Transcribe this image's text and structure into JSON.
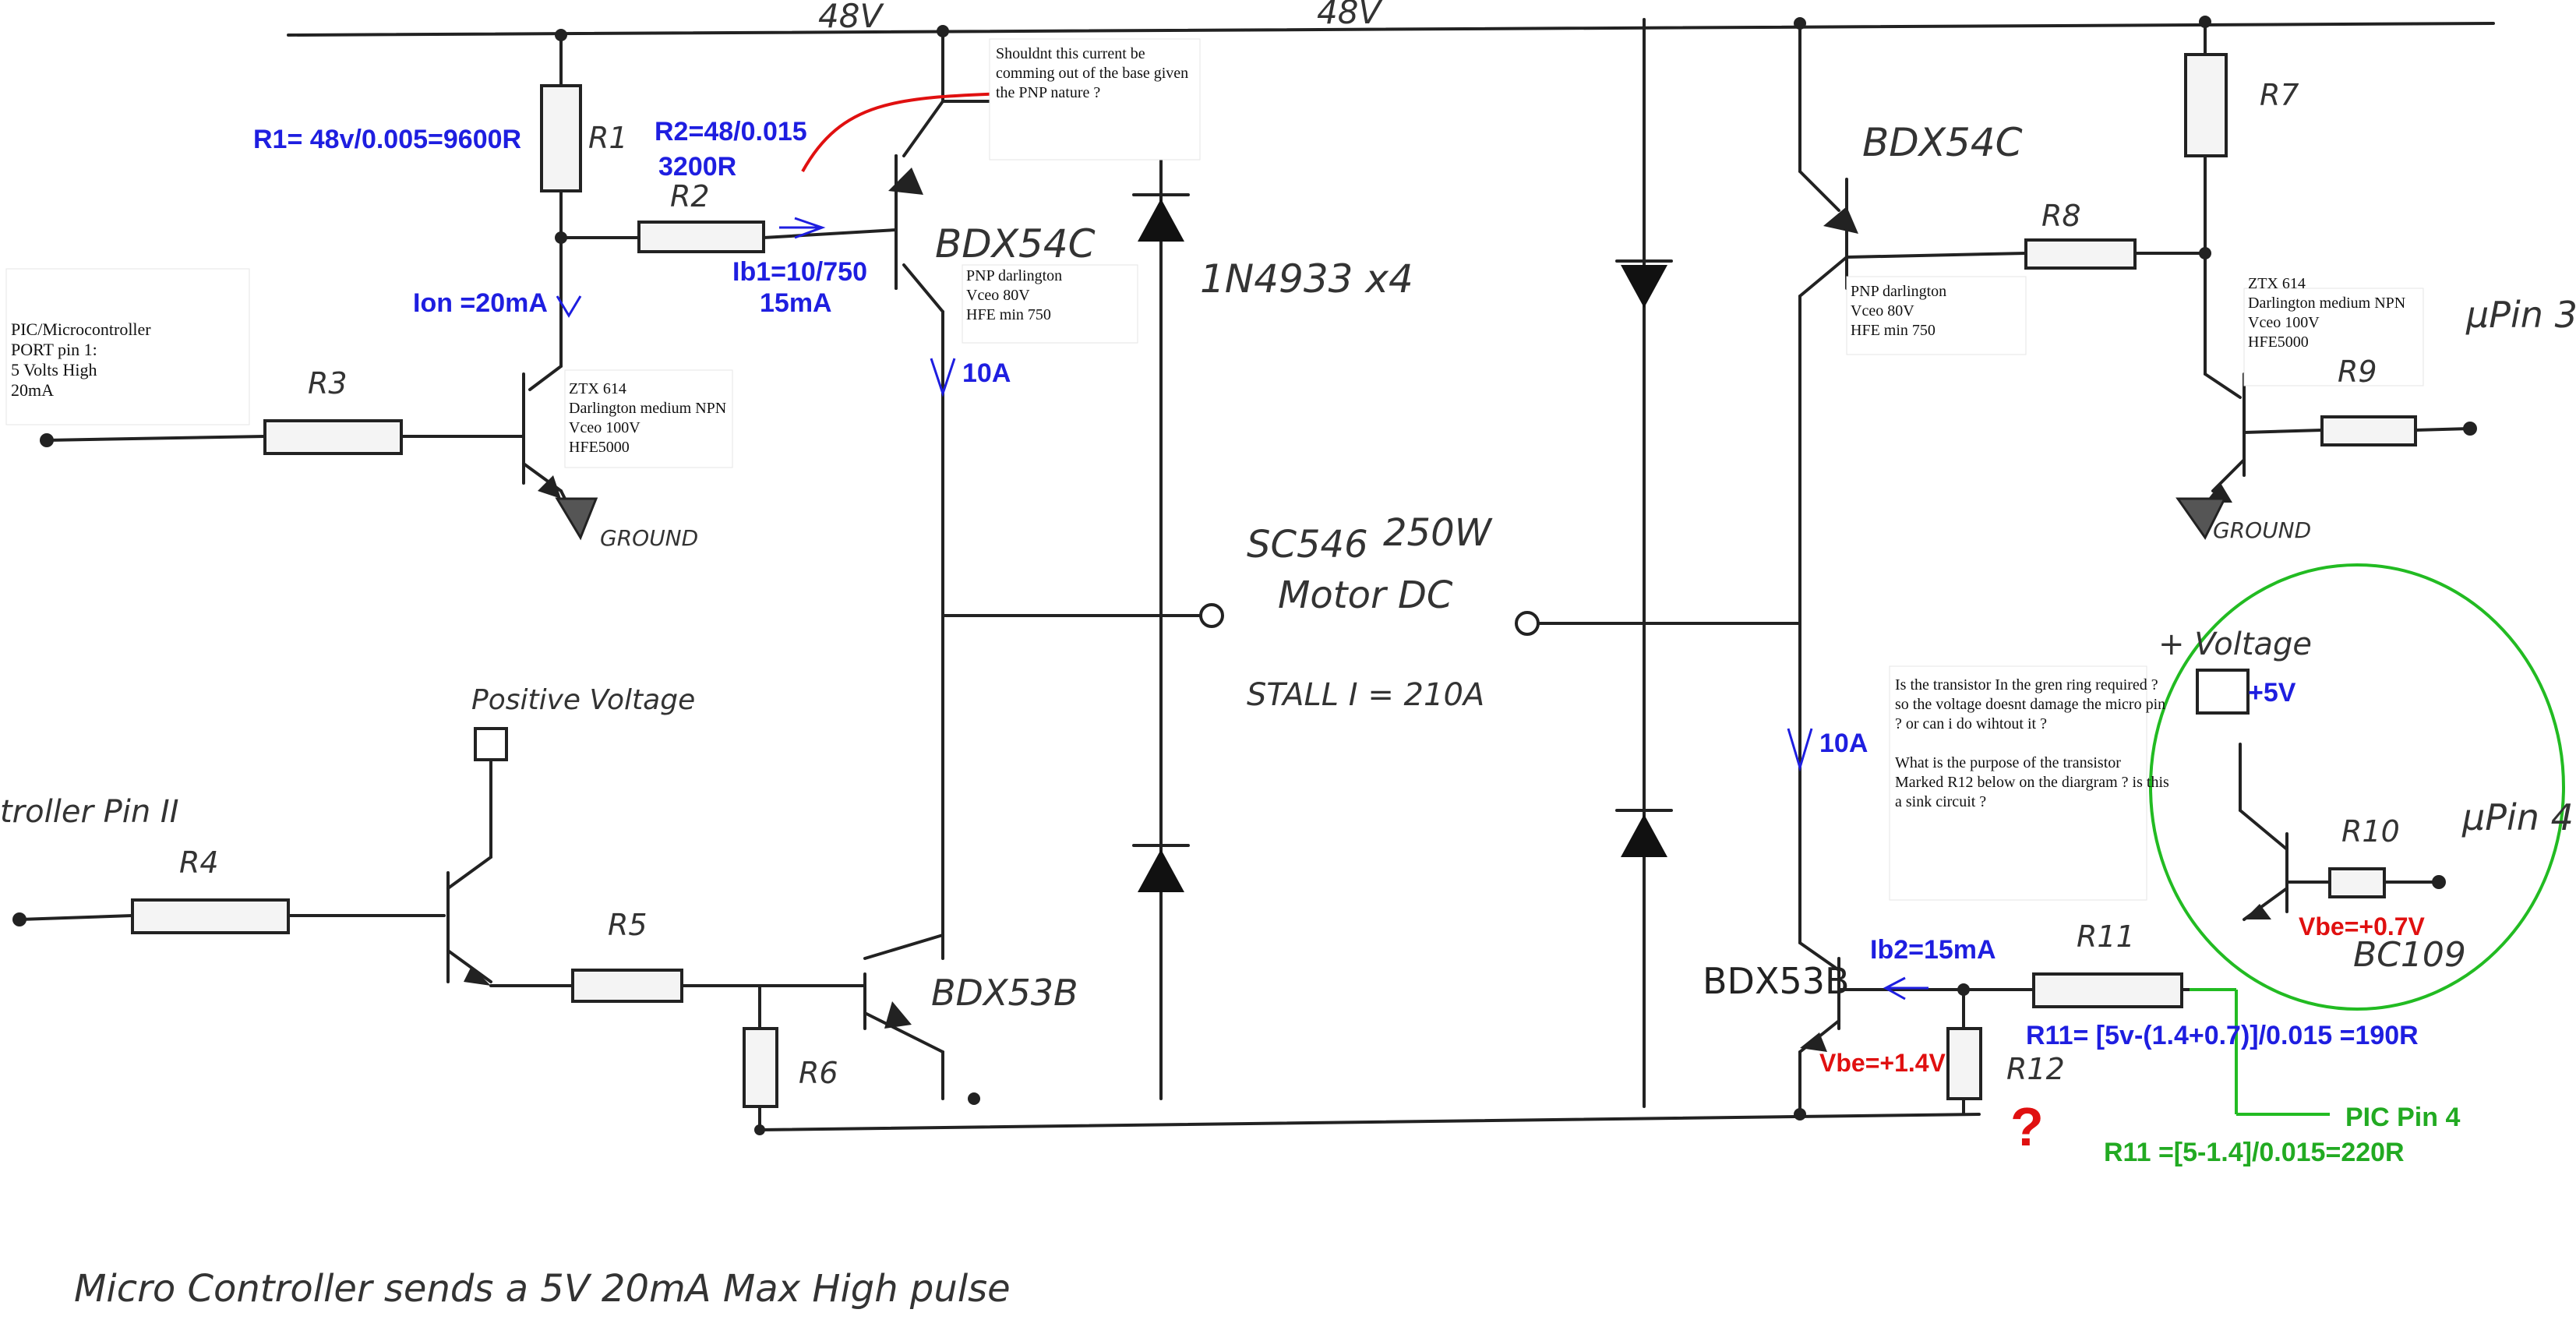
{
  "rails": {
    "left_48v": "48V",
    "right_48v": "48V"
  },
  "resistors": {
    "r1": "R1",
    "r2": "R2",
    "r3": "R3",
    "r4": "R4",
    "r5": "R5",
    "r6": "R6",
    "r7": "R7",
    "r8": "R8",
    "r9": "R9",
    "r10": "R10",
    "r11": "R11",
    "r12": "R12"
  },
  "transistors": {
    "bdx54c_left": "BDX54C",
    "bdx54c_right": "BDX54C",
    "bdx53b_left": "BDX53B",
    "bdx53b_right": "BDX53B",
    "bc109": "BC109"
  },
  "diodes": {
    "label": "1N4933 x4"
  },
  "motor": {
    "model": "SC546",
    "power": "250W",
    "type": "Motor DC",
    "stall": "STALL I = 210A"
  },
  "ground": {
    "left": "GROUND",
    "right": "GROUND"
  },
  "pins": {
    "controller_pin2": "troller Pin II",
    "upin3": "μPin 3",
    "upin4": "μPin 4",
    "positive_voltage": "Positive Voltage",
    "plus_voltage": "+ Voltage",
    "pic_pin4": "PIC Pin 4"
  },
  "annotations": {
    "r1_calc": "R1= 48v/0.005=9600R",
    "r2_calc_a": "R2=48/0.015",
    "r2_calc_b": "3200R",
    "ion": "Ion =20mA",
    "ib1_a": "Ib1=10/750",
    "ib1_b": "15mA",
    "i10a_left": "10A",
    "i10a_right": "10A",
    "ib2": "Ib2=15mA",
    "vbe14": "Vbe=+1.4V",
    "vbe07": "Vbe=+0.7V",
    "plus5v": "+5V",
    "r11_calc": "R11= [5v-(1.4+0.7)]/0.015 =190R",
    "r11_calc_green": "R11 =[5-1.4]/0.015=220R",
    "question_mark": "?"
  },
  "notes": {
    "pnp_question": [
      "Shouldnt this current be",
      "comming out of the base given",
      "the PNP nature ?"
    ],
    "pic_port": [
      "PIC/Microcontroller",
      "PORT pin 1:",
      "5 Volts High",
      "20mA"
    ],
    "ztx_left": [
      "ZTX 614",
      "Darlington medium NPN",
      "Vceo 100V",
      "HFE5000"
    ],
    "ztx_right": [
      "ZTX 614",
      "Darlington medium NPN",
      "Vceo 100V",
      "HFE5000"
    ],
    "pnp_left": [
      "PNP darlington",
      "Vceo 80V",
      "HFE min 750"
    ],
    "pnp_right": [
      "PNP darlington",
      "Vceo 80V",
      "HFE min 750"
    ],
    "green_ring_question": [
      "Is the transistor In the gren ring required ?",
      "so the voltage doesnt damage the micro pin",
      "? or can i do wihtout it ?",
      "",
      "What is the purpose of the transistor",
      "Marked R12 below on the diargram ? is this",
      "a sink circuit ?"
    ]
  },
  "footer": {
    "caption": "Micro Controller sends a 5V 20mA Max High pulse"
  },
  "colors": {
    "blue": "#1e1ee0",
    "red": "#e01010",
    "green": "#22aa22",
    "ink": "#222222"
  }
}
